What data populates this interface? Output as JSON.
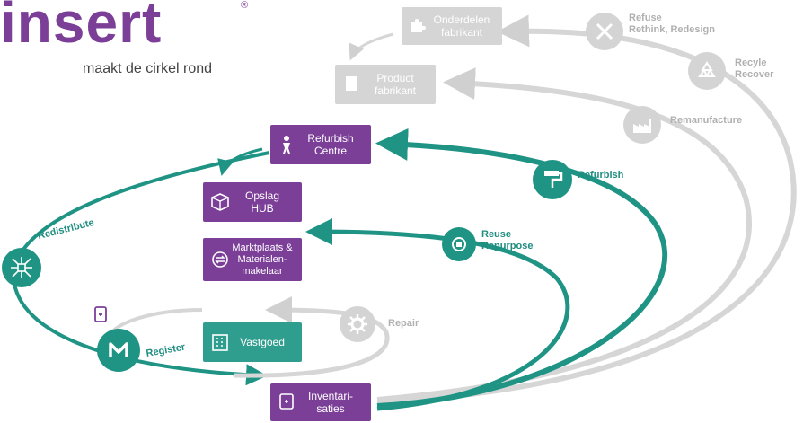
{
  "logo": {
    "word": "insert",
    "mark": "®",
    "tagline": "maakt de cirkel rond"
  },
  "boxes": {
    "onderdelen": "Onderdelen\nfabrikant",
    "product": "Product\nfabrikant",
    "refurbish_centre": "Refurbish\nCentre",
    "opslag": "Opslag\nHUB",
    "marktplaats": "Marktplaats &\nMaterialen-\nmakelaar",
    "vastgoed": "Vastgoed",
    "inventarisaties": "Inventari-\nsaties"
  },
  "labels": {
    "refuse": "Refuse\nRethink, Redesign",
    "recycle": "Recyle\nRecover",
    "remanufacture": "Remanufacture",
    "refurbish": "Refurbish",
    "reuse": "Reuse\nRepurpose",
    "redistribute": "Redistribute",
    "repair": "Repair",
    "register": "Register"
  },
  "colors": {
    "purple": "#7b3f98",
    "teal": "#1f9484",
    "gray": "#d0d0d0",
    "light_gray": "#e2e2e2"
  }
}
